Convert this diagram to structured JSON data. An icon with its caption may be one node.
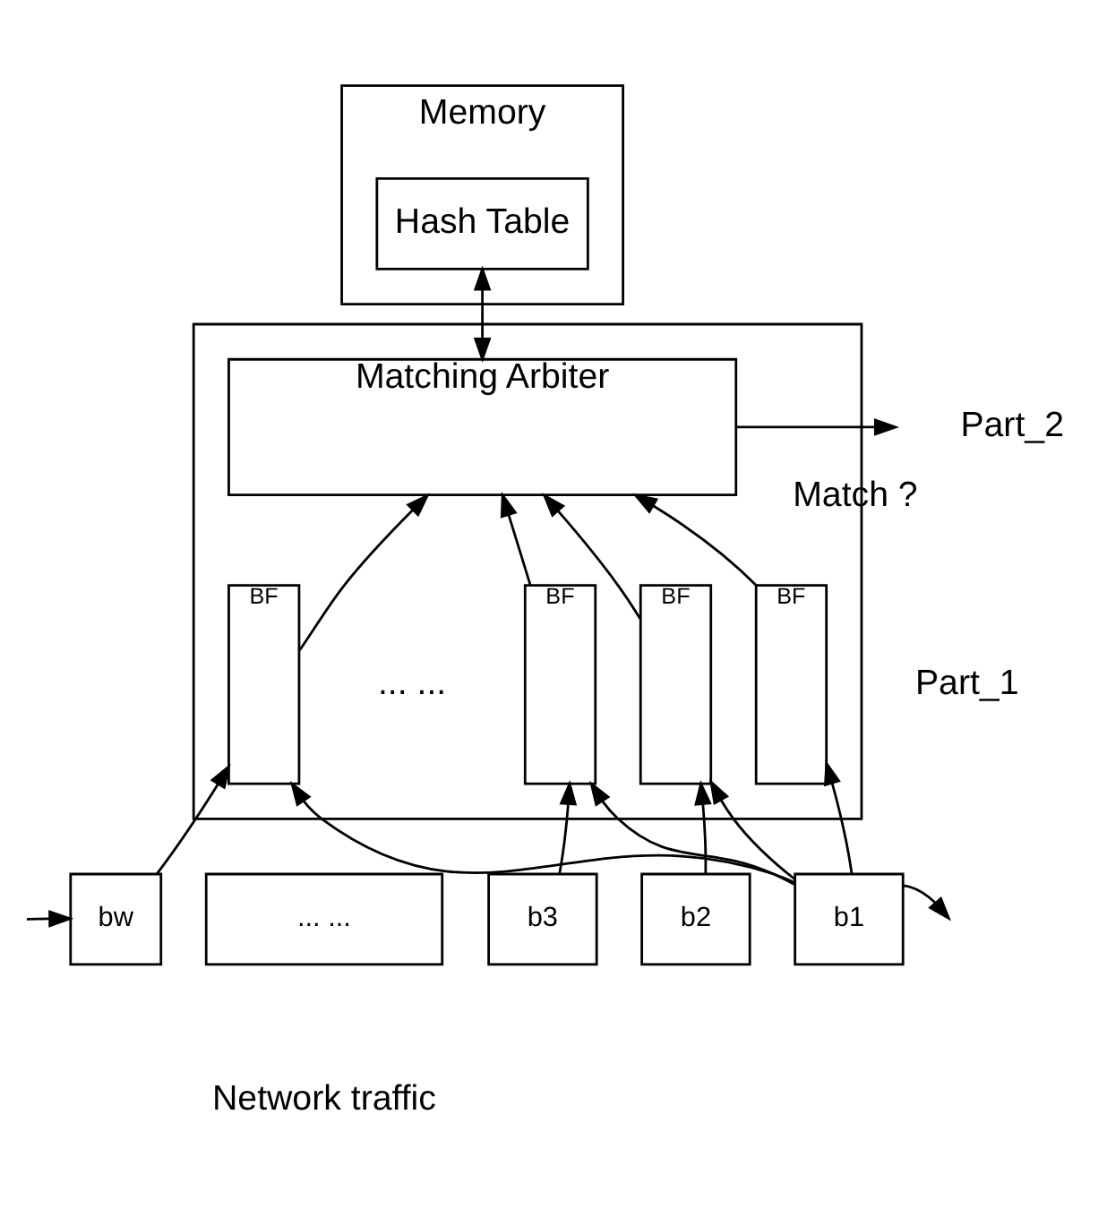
{
  "diagram": {
    "nodes": [
      {
        "text": [
          "Memory"
        ]
      },
      {
        "text": [
          "Hash Table"
        ],
        "in": 0
      },
      {
        "text": [],
        "shape": "box"
      },
      {
        "text": [
          "Matching Arbiter"
        ],
        "in": 2
      },
      {
        "text": [
          "BF"
        ],
        "in": 2
      },
      {
        "text": [
          "BF"
        ],
        "in": 2
      },
      {
        "text": [
          "BF"
        ],
        "in": 2
      },
      {
        "text": [
          "BF"
        ],
        "in": 2
      },
      {
        "text": [
          "bw"
        ]
      },
      {
        "text": [
          "... ..."
        ]
      },
      {
        "text": [
          "b3"
        ]
      },
      {
        "text": [
          "b2"
        ]
      },
      {
        "text": [
          "b1"
        ]
      }
    ],
    "edges": [
      {
        "from": 1,
        "to": 3,
        "arrow": "both"
      },
      {
        "from": 4,
        "to": 3,
        "arrow": "to"
      },
      {
        "from": 5,
        "to": 3,
        "arrow": "to"
      },
      {
        "from": 6,
        "to": 3,
        "arrow": "to"
      },
      {
        "from": 7,
        "to": 3,
        "arrow": "to"
      },
      {
        "from": 3,
        "to": null,
        "arrow": "to",
        "label": "Match ?"
      },
      {
        "from": null,
        "to": 8,
        "arrow": "to"
      },
      {
        "from": 12,
        "to": null,
        "arrow": "to"
      },
      {
        "from": 8,
        "to": 4,
        "arrow": "to"
      },
      {
        "from": 12,
        "to": 4,
        "arrow": "to"
      },
      {
        "from": 10,
        "to": 5,
        "arrow": "to"
      },
      {
        "from": 12,
        "to": 5,
        "arrow": "to"
      },
      {
        "from": 11,
        "to": 6,
        "arrow": "to"
      },
      {
        "from": 12,
        "to": 6,
        "arrow": "to"
      },
      {
        "from": 12,
        "to": 7,
        "arrow": "to"
      }
    ],
    "labels": [
      "Part_2",
      "... ...",
      "Part_1",
      "Network traffic"
    ]
  }
}
